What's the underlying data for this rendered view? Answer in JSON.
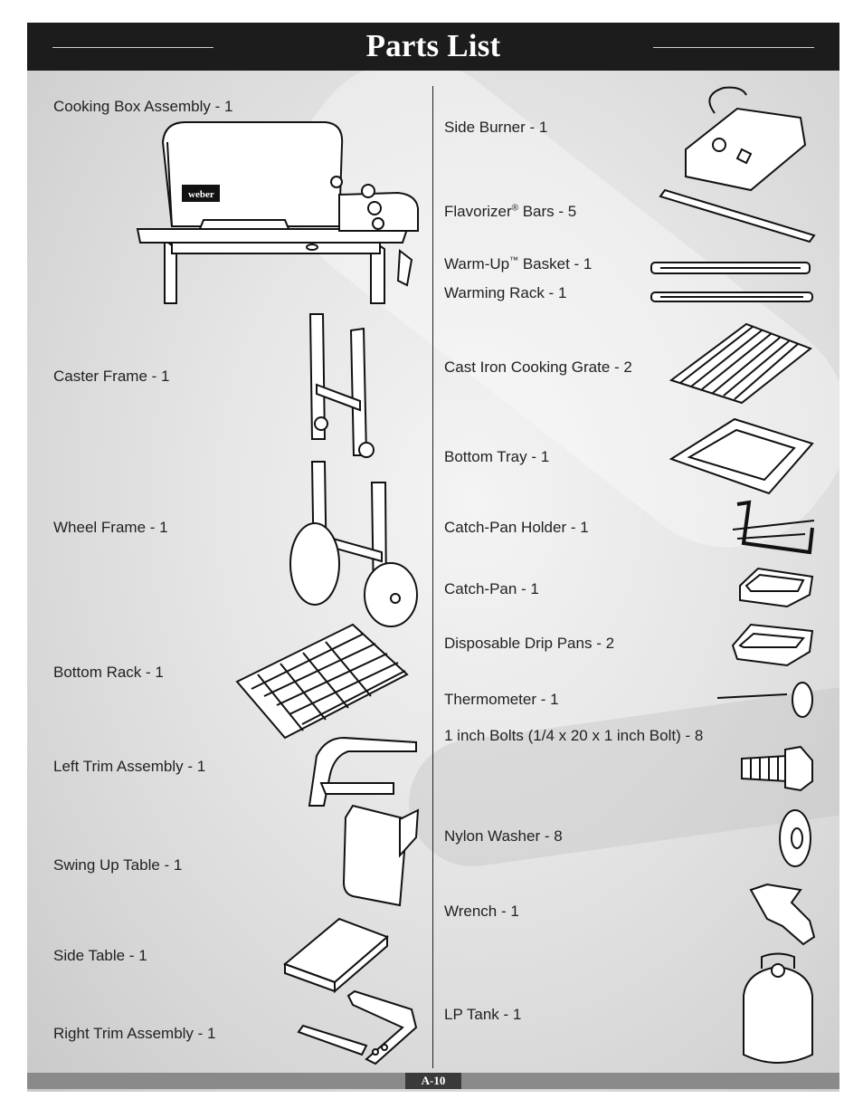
{
  "title": "Parts List",
  "page_number": "A-10",
  "left_parts": [
    {
      "label": "Cooking Box Assembly - 1"
    },
    {
      "label": "Caster Frame - 1"
    },
    {
      "label": "Wheel Frame - 1"
    },
    {
      "label": "Bottom Rack - 1"
    },
    {
      "label": "Left Trim Assembly - 1"
    },
    {
      "label": "Swing Up Table - 1"
    },
    {
      "label": "Side Table - 1"
    },
    {
      "label": "Right Trim Assembly - 1"
    }
  ],
  "right_parts": [
    {
      "label": "Side Burner - 1"
    },
    {
      "label": "Flavorizer",
      "mark": "®",
      "rest": " Bars - 5"
    },
    {
      "label": "Warm-Up",
      "mark": "™",
      "rest": " Basket - 1"
    },
    {
      "label": "Warming Rack - 1"
    },
    {
      "label": "Cast Iron Cooking Grate - 2"
    },
    {
      "label": "Bottom Tray - 1"
    },
    {
      "label": "Catch-Pan Holder - 1"
    },
    {
      "label": "Catch-Pan - 1"
    },
    {
      "label": "Disposable Drip Pans - 2"
    },
    {
      "label": "Thermometer - 1"
    },
    {
      "label": "1 inch Bolts (1/4 x 20 x 1 inch Bolt) - 8"
    },
    {
      "label": "Nylon Washer - 8"
    },
    {
      "label": "Wrench - 1"
    },
    {
      "label": "LP Tank - 1"
    }
  ],
  "grill_logo_text": "weber"
}
